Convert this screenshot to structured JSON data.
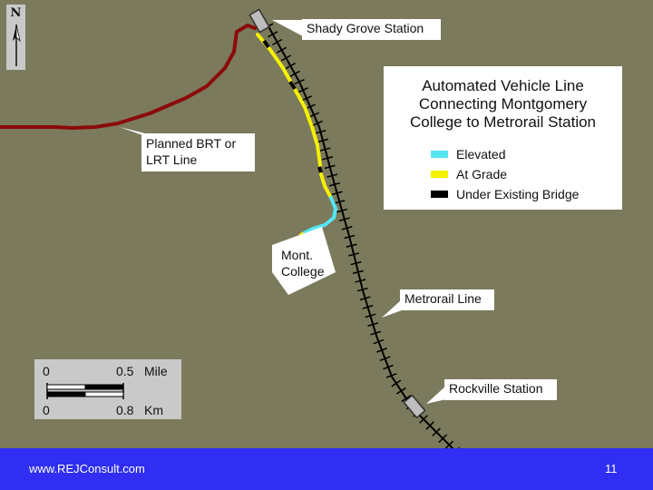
{
  "north_arrow": {
    "letter": "N",
    "icon": "north-arrow-icon"
  },
  "callouts": {
    "shady_grove": "Shady Grove Station",
    "brt_line_1": "Planned BRT or",
    "brt_line_2": "LRT Line",
    "mont_college_1": "Mont.",
    "mont_college_2": "College",
    "metrorail_line": "Metrorail Line",
    "rockville": "Rockville Station"
  },
  "legend": {
    "title_lines": [
      "Automated Vehicle Line",
      "Connecting Montgomery",
      "College to Metrorail Station"
    ],
    "items": [
      {
        "label": "Elevated",
        "color": "#55e6f2"
      },
      {
        "label": "At Grade",
        "color": "#f5f000"
      },
      {
        "label": "Under Existing Bridge",
        "color": "#000000"
      }
    ]
  },
  "scale_bar": {
    "top_left": "0",
    "top_right": "0.5",
    "top_unit": "Mile",
    "bottom_left": "0",
    "bottom_right": "0.8",
    "bottom_unit": "Km"
  },
  "footer": {
    "url": "www.REJConsult.com",
    "page_number": "11"
  },
  "colors": {
    "background": "#7b7a5c",
    "brt_line": "#8b0a0a",
    "metrorail": "#000000",
    "footer": "#2f2ef2"
  }
}
